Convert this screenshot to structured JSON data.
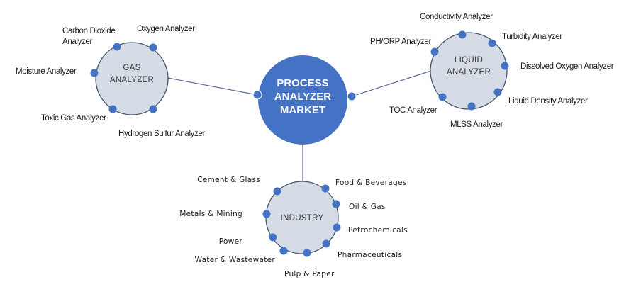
{
  "colors": {
    "hub_fill": "#4472C4",
    "dot_fill": "#4472C4",
    "satellite_fill": "#D6DCE5",
    "satellite_stroke": "#44546A",
    "connector": "#5B6E96",
    "label_text": "#1a1a1a"
  },
  "hub": {
    "title_lines": [
      "PROCESS",
      "ANALYZER",
      "MARKET"
    ]
  },
  "gas": {
    "title_lines": [
      "GAS",
      "ANALYZER"
    ],
    "items": [
      {
        "label_lines": [
          "Carbon Dioxide",
          "Analyzer"
        ]
      },
      {
        "label_lines": [
          "Oxygen Analyzer"
        ]
      },
      {
        "label_lines": [
          "Moisture Analyzer"
        ]
      },
      {
        "label_lines": [
          "Toxic Gas Analyzer"
        ]
      },
      {
        "label_lines": [
          "Hydrogen Sulfur Analyzer"
        ]
      }
    ]
  },
  "liquid": {
    "title_lines": [
      "LIQUID",
      "ANALYZER"
    ],
    "items": [
      {
        "label_lines": [
          "Conductivity Analyzer"
        ]
      },
      {
        "label_lines": [
          "Turbidity Analyzer"
        ]
      },
      {
        "label_lines": [
          "PH/ORP Analyzer"
        ]
      },
      {
        "label_lines": [
          "Dissolved Oxygen Analyzer"
        ]
      },
      {
        "label_lines": [
          "Liquid Density Analyzer"
        ]
      },
      {
        "label_lines": [
          "TOC Analyzer"
        ]
      },
      {
        "label_lines": [
          "MLSS Analyzer"
        ]
      }
    ]
  },
  "industry": {
    "title_lines": [
      "INDUSTRY"
    ],
    "items": [
      {
        "label_lines": [
          "Cement & Glass"
        ]
      },
      {
        "label_lines": [
          "Food & Beverages"
        ]
      },
      {
        "label_lines": [
          "Oil & Gas"
        ]
      },
      {
        "label_lines": [
          "Metals & Mining"
        ]
      },
      {
        "label_lines": [
          "Petrochemicals"
        ]
      },
      {
        "label_lines": [
          "Power"
        ]
      },
      {
        "label_lines": [
          "Pharmaceuticals"
        ]
      },
      {
        "label_lines": [
          "Water & Wastewater"
        ]
      },
      {
        "label_lines": [
          "Pulp & Paper"
        ]
      }
    ]
  }
}
